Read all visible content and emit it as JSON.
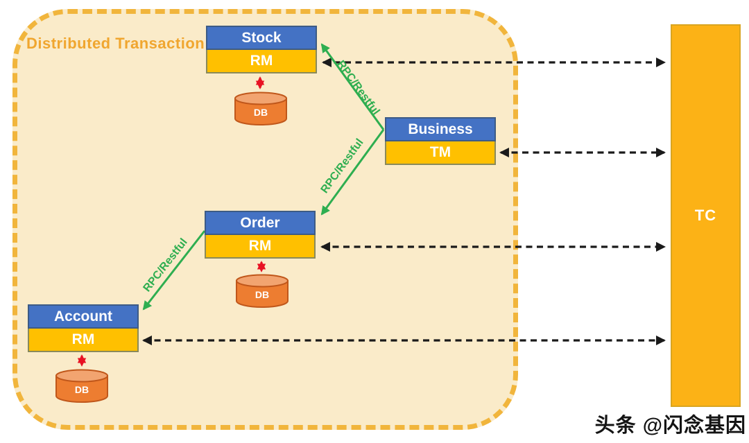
{
  "diagram": {
    "title": "Distributed Transaction",
    "services": [
      {
        "name": "Stock",
        "role": "RM",
        "db": "DB"
      },
      {
        "name": "Business",
        "role": "TM"
      },
      {
        "name": "Order",
        "role": "RM",
        "db": "DB"
      },
      {
        "name": "Account",
        "role": "RM",
        "db": "DB"
      }
    ],
    "coordinator": {
      "label": "TC"
    },
    "rpc_labels": [
      "RPC/Restful",
      "RPC/Restful",
      "RPC/Restful"
    ],
    "colors": {
      "service_header_blue": "#4472C4",
      "role_gold": "#FFC000",
      "tc_gold": "#FCB216",
      "container_border": "#F1B53C",
      "container_bg": "#FAEBC9",
      "title_text": "#F0A62F",
      "rpc_green": "#2EAE50",
      "db_arrow_red": "#E81123",
      "db_orange": "#ED7D31",
      "link_black": "#1A1A1A"
    }
  },
  "watermark": {
    "text": "头条 @闪念基因"
  }
}
